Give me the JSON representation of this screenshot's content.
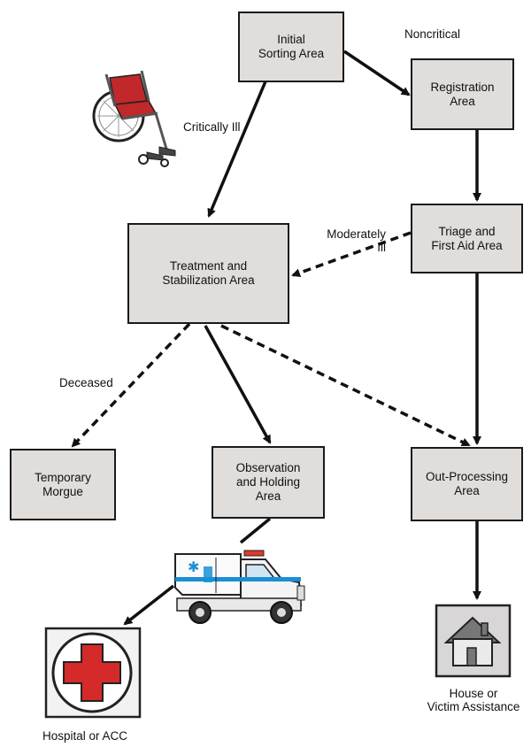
{
  "nodes": {
    "initial_sorting": "Initial\nSorting Area",
    "registration": "Registration\nArea",
    "triage": "Triage and\nFirst Aid Area",
    "treatment": "Treatment and\nStabilization Area",
    "morgue": "Temporary\nMorgue",
    "observation": "Observation\nand Holding\nArea",
    "out_processing": "Out-Processing\nArea"
  },
  "edge_labels": {
    "noncritical": "Noncritical",
    "critically_ill": "Critically Ill",
    "moderately_ill": "Moderately\nIll",
    "deceased": "Deceased"
  },
  "destinations": {
    "hospital": "Hospital or ACC",
    "house": "House or\nVictim Assistance"
  },
  "icons": [
    "wheelchair-icon",
    "ambulance-icon",
    "red-cross-icon",
    "house-icon"
  ],
  "colors": {
    "box_fill": "#e0dddb",
    "cross_red": "#d42a2a",
    "ambulance_stripe": "#1a8fd6"
  }
}
